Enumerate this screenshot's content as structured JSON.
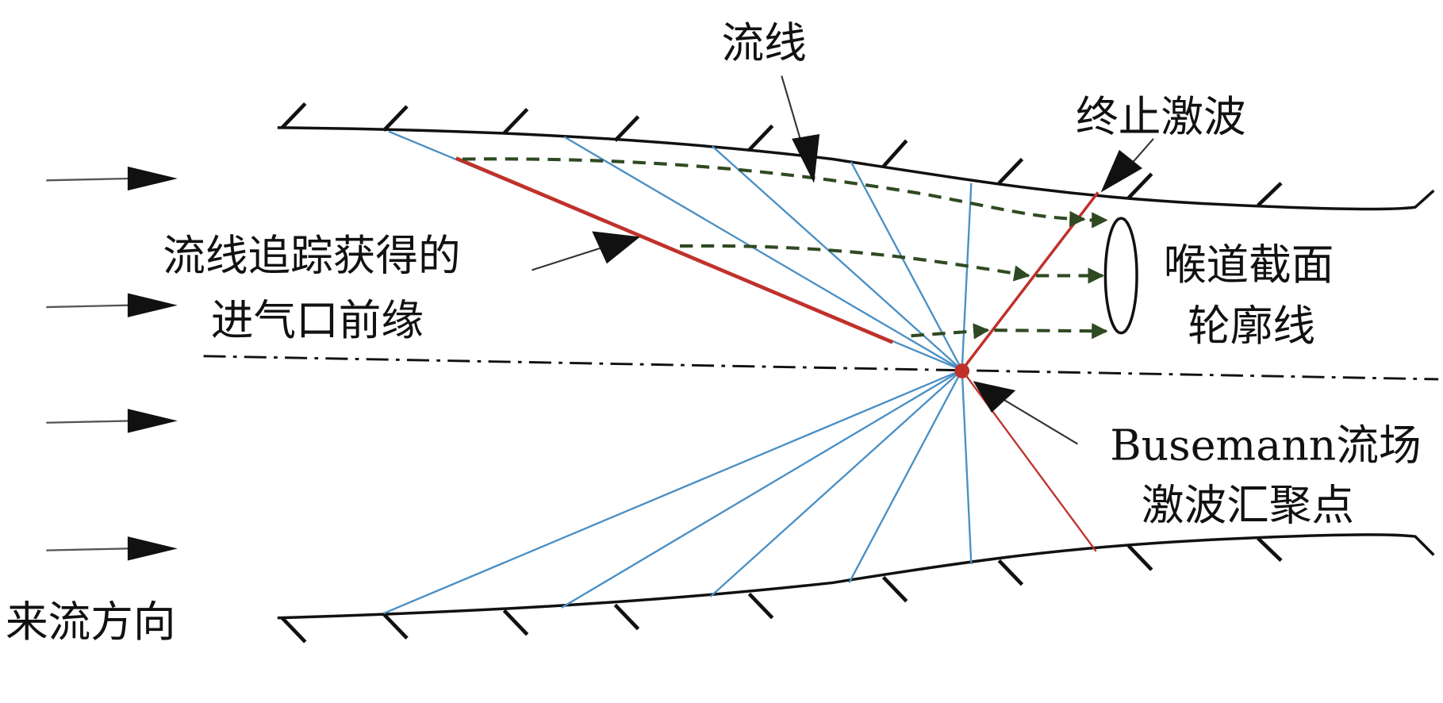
{
  "labels": {
    "streamline": "流线",
    "terminal_shock": "终止激波",
    "leading_edge_line1": "流线追踪获得的",
    "leading_edge_line2": "进气口前缘",
    "throat_line1": "喉道截面",
    "throat_line2": "轮廓线",
    "focus_line1": "Busemann流场",
    "focus_line2": "激波汇聚点",
    "inflow": "来流方向"
  },
  "colors": {
    "wall": "#111111",
    "characteristic": "#4a8fc4",
    "shock": "#c0312b",
    "streamline": "#2f4a22"
  }
}
